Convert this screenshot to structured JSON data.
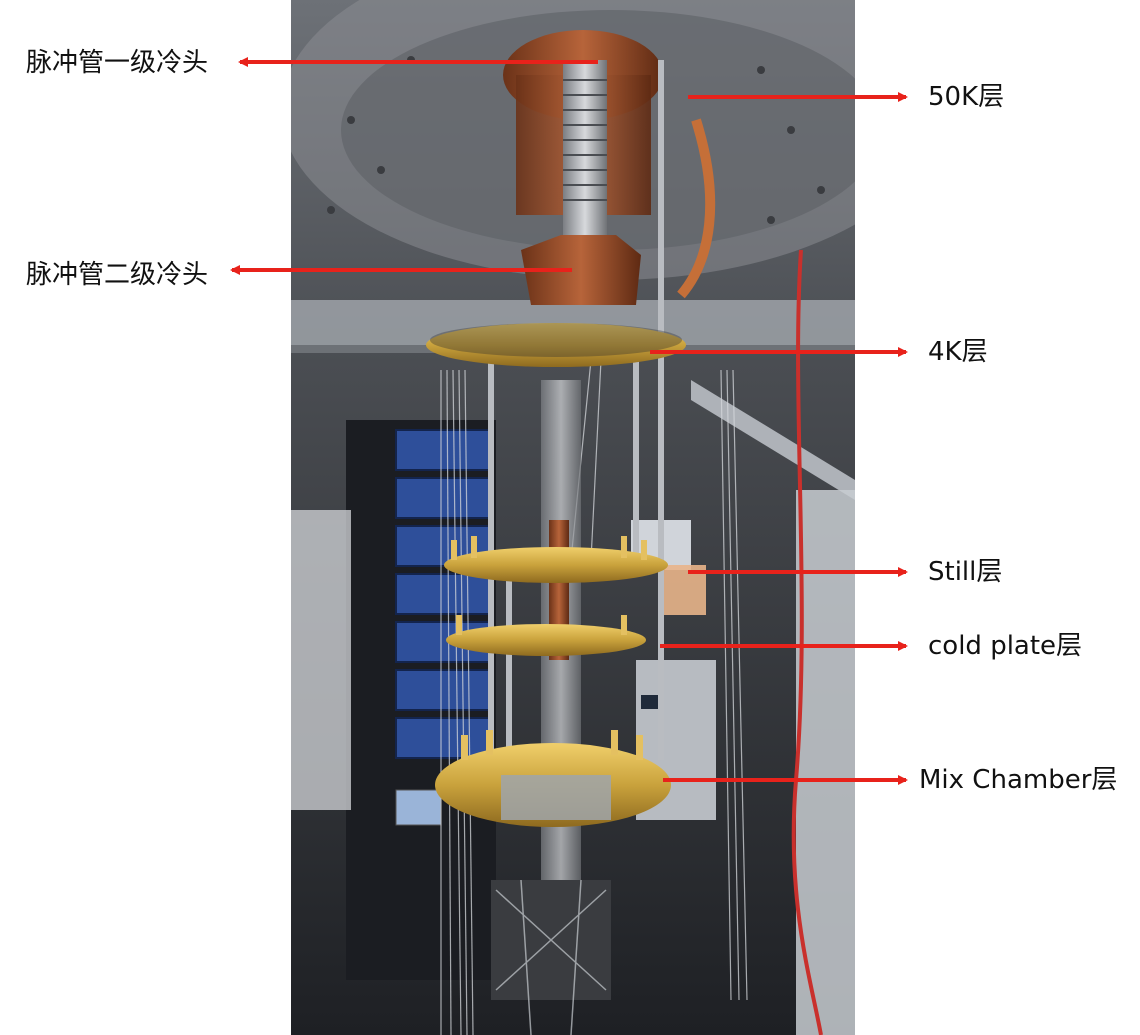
{
  "labels": {
    "pt_stage1": "脉冲管一级冷头",
    "pt_stage2": "脉冲管二级冷头",
    "layer_50k": "50K层",
    "layer_4k": "4K层",
    "layer_still": "Still层",
    "layer_cold_plate": "cold plate层",
    "layer_mix_chamber": "Mix Chamber层"
  },
  "colors": {
    "arrow": "#e8221b",
    "gold": "#c9a23c",
    "copper": "#9a4d2a",
    "rack_blue": "#2e4f9a",
    "background_metal": "#5b5e63"
  }
}
